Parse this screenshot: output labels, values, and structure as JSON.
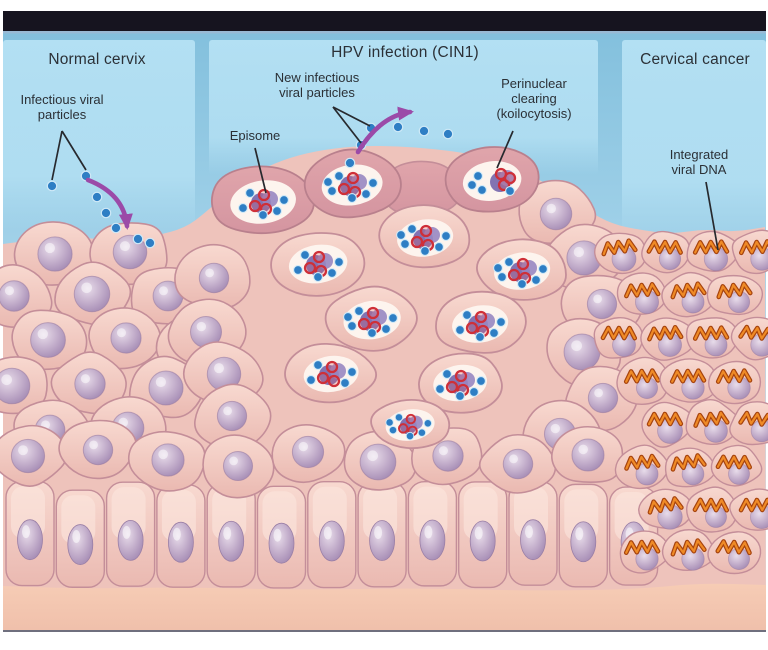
{
  "figure": {
    "panels": [
      {
        "title": "Normal cervix"
      },
      {
        "title": "HPV infection (CIN1)"
      },
      {
        "title": "Cervical cancer"
      }
    ],
    "annotations": {
      "infectious": [
        "Infectious viral",
        "particles"
      ],
      "episome": [
        "Episome"
      ],
      "new_infectious": [
        "New infectious",
        "viral particles"
      ],
      "perinuclear": [
        "Perinuclear",
        "clearing",
        "(koilocytosis)"
      ],
      "integrated": [
        "Integrated",
        "viral DNA"
      ]
    }
  },
  "colors": {
    "top_bar": "#16141f",
    "top_bar_underline": "#9db9d4",
    "sky_top": "#83c0dd",
    "sky_mid": "#a9d6ec",
    "sky_bottom": "#d6edf8",
    "panel_blue": "#b5e1f4",
    "tissue_base": "#eec3bb",
    "cell_light": "#f8d9d0",
    "cell_main": "#eab9b1",
    "cell_dark_top": "#e0a5ab",
    "cell_dark_bottom": "#d495a0",
    "cell_border": "#c48e99",
    "nucleus_light": "#e8dcea",
    "nucleus_mid": "#c3aecb",
    "nucleus_dark": "#9c81ad",
    "halo": "#fdf4ee",
    "infected_nucleus": "#7b6cae",
    "infected_nucleus_light": "#9887c1",
    "episome_red": "#cf2f38",
    "virus_blue": "#2e7ec4",
    "virus_rim": "#cfe9f7",
    "dna_orange": "#ef8a26",
    "dna_dark": "#a6430e",
    "arrow_purple": "#9b4aa8",
    "membrane_top": "#f6ccb5",
    "membrane_bottom": "#f0c0ab",
    "baseline": "#6f6f7e",
    "pointer": "#27292e",
    "text": "#2b3036"
  }
}
